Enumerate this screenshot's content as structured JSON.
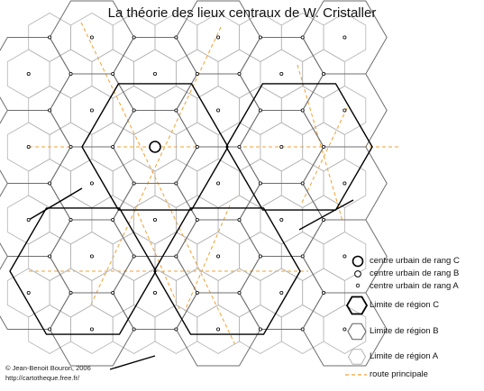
{
  "title": "La théorie des lieux centraux de W. Cristaller",
  "legend": {
    "centre_c": "centre urbain de rang C",
    "centre_b": "centre urbain de rang B",
    "centre_a": "centre urbain de rang A",
    "region_c": "Limite de région C",
    "region_b": "Limite de région B",
    "region_a": "Limite de région A",
    "road": "route principale"
  },
  "credits": {
    "author": "© Jean-Benoit Bouron, 2006",
    "url": "http://cartotheque.free.fr/"
  },
  "colors": {
    "region_c": "#000000",
    "region_b": "#6e6e6e",
    "region_a": "#b4b4b4",
    "road": "#f0a030"
  }
}
